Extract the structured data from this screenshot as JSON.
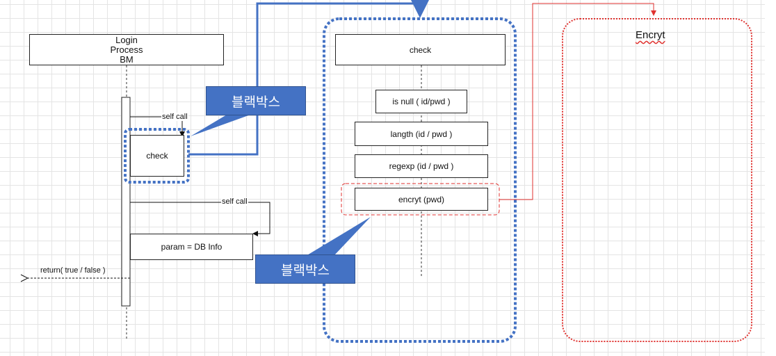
{
  "lifeline_header": "Login\nProcess\nBM",
  "self_call_1": "self call",
  "check_box": "check",
  "self_call_2": "self call",
  "param_box": "param = DB Info",
  "return_label": "return( true / false )",
  "callouts": [
    "블랙박스",
    "블랙박스"
  ],
  "check_panel": {
    "title": "check",
    "steps": [
      "is null ( id/pwd )",
      "langth (id / pwd )",
      "regexp (id / pwd )",
      "encryt (pwd)"
    ]
  },
  "encrypt_panel": {
    "title": "Encryt"
  },
  "colors": {
    "blue_accent": "#4472c4",
    "red_accent": "#e0322f",
    "grid": "#e4e4e4"
  }
}
